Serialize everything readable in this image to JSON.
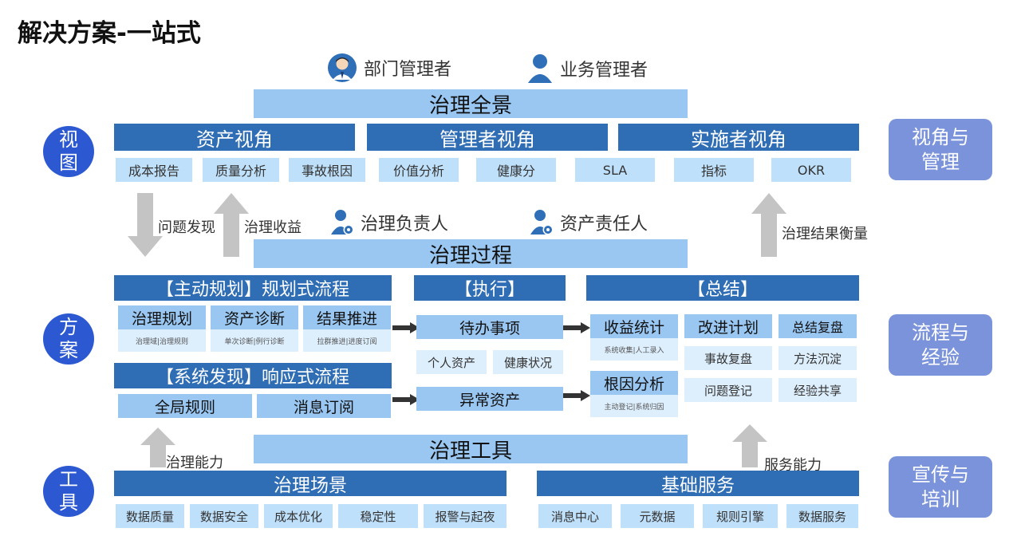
{
  "title": "解决方案-一站式",
  "roles_top": {
    "manager_dept": "部门管理者",
    "manager_biz": "业务管理者"
  },
  "roles_mid": {
    "gov_owner": "治理负责人",
    "asset_owner": "资产责任人"
  },
  "left_circles": {
    "view": "视\n图",
    "plan": "方\n案",
    "tool": "工\n具"
  },
  "right_boxes": {
    "view": "视角与\n管理",
    "process": "流程与\n经验",
    "promo": "宣传与\n培训"
  },
  "view_section": {
    "banner": "治理全景",
    "perspectives": [
      "资产视角",
      "管理者视角",
      "实施者视角"
    ],
    "items": [
      "成本报告",
      "质量分析",
      "事故根因",
      "价值分析",
      "健康分",
      "SLA",
      "指标",
      "OKR"
    ]
  },
  "arrows": {
    "problem_discovery": "问题发现",
    "governance_benefit": "治理收益",
    "result_measure": "治理结果衡量",
    "gov_capability": "治理能力",
    "service_capability": "服务能力"
  },
  "process_section": {
    "banner": "治理过程",
    "proactive": {
      "header": "【主动规划】规划式流程",
      "steps": [
        {
          "title": "治理规划",
          "sub": "治理域|治理规则"
        },
        {
          "title": "资产诊断",
          "sub": "单次诊断|例行诊断"
        },
        {
          "title": "结果推进",
          "sub": "拉群推进|进度订阅"
        }
      ]
    },
    "system": {
      "header": "【系统发现】响应式流程",
      "steps": [
        "全局规则",
        "消息订阅"
      ]
    },
    "execute": {
      "header": "【执行】",
      "todo": "待办事项",
      "todo_items": [
        "个人资产",
        "健康状况"
      ],
      "abnormal": "异常资产"
    },
    "summary": {
      "header": "【总结】",
      "benefit": {
        "title": "收益统计",
        "sub": "系统收集|人工录入"
      },
      "root": {
        "title": "根因分析",
        "sub": "主动登记|系统归因"
      },
      "col2": [
        "改进计划",
        "事故复盘",
        "问题登记"
      ],
      "col3": [
        "总结复盘",
        "方法沉淀",
        "经验共享"
      ]
    }
  },
  "tools_section": {
    "banner": "治理工具",
    "scene": {
      "header": "治理场景",
      "items": [
        "数据质量",
        "数据安全",
        "成本优化",
        "稳定性",
        "报警与起夜"
      ]
    },
    "base": {
      "header": "基础服务",
      "items": [
        "消息中心",
        "元数据",
        "规则引擎",
        "数据服务"
      ]
    }
  },
  "colors": {
    "dark_blue": "#2f6db4",
    "light_blue": "#99c7f2",
    "cell_blue": "#bfe0fa",
    "pale_blue": "#ddeefc",
    "side_purple": "#7b93db",
    "circle_blue": "#2c59d1",
    "arrow_gray": "#c4c4c4"
  }
}
